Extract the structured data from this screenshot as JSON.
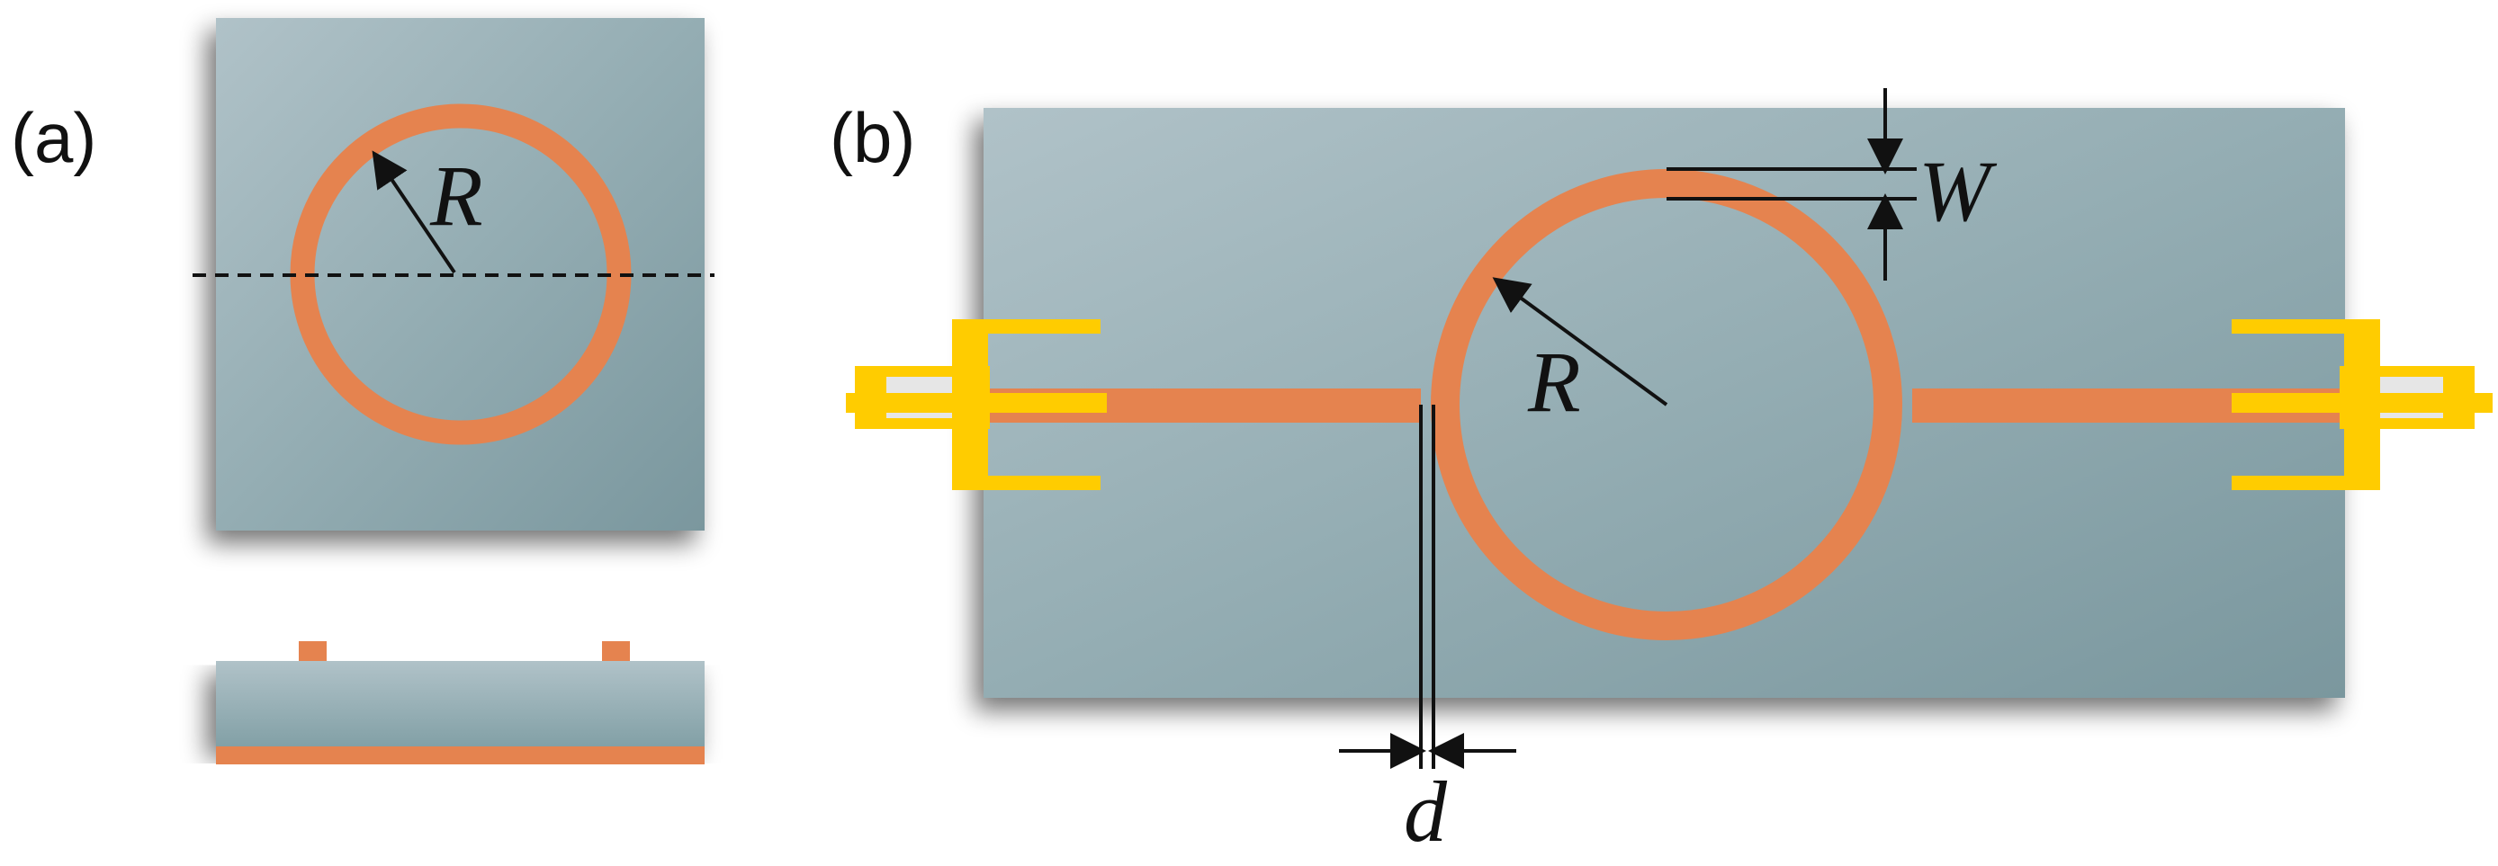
{
  "panels": {
    "a": {
      "label": "(a)"
    },
    "b": {
      "label": "(b)"
    }
  },
  "dimension_labels": {
    "radius_a": "R",
    "radius_b": "R",
    "width": "W",
    "gap": "d"
  },
  "colors": {
    "substrate": "#8fa8ae",
    "substrate_light": "#aebfc5",
    "substrate_dark": "#7a989f",
    "copper": "#e5834f",
    "connector_gold": "#ffcc00",
    "connector_insulator": "#e6e6e6",
    "ink": "#111111"
  }
}
